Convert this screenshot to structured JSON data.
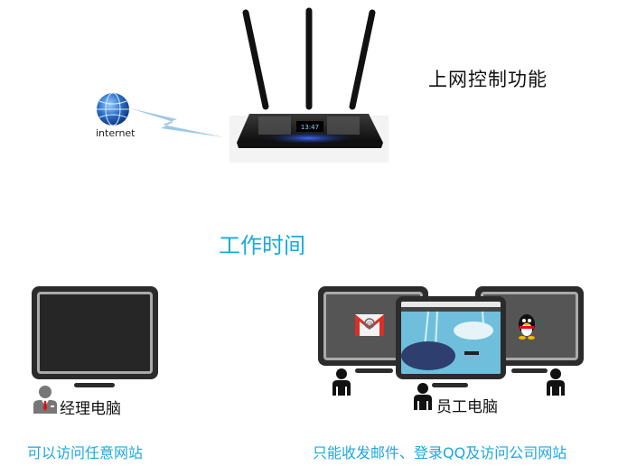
{
  "header": {
    "title": "上网控制功能"
  },
  "network": {
    "globe_label": "internet",
    "globe_icon": "globe-icon",
    "link_icon": "lightning-link-icon",
    "router_icon": "wireless-router-icon"
  },
  "section": {
    "title": "工作时间"
  },
  "manager": {
    "label": "经理电脑",
    "caption": "可以访问任意网站",
    "icon": "manager-person-icon"
  },
  "employee": {
    "label": "员工电脑",
    "caption": "只能收发邮件、登录QQ及访问公司网站",
    "icons": [
      "gmail-icon",
      "qq-penguin-icon",
      "company-website-screen"
    ]
  },
  "colors": {
    "accent": "#1aa8e0",
    "text": "#111111",
    "monitor": "#2b2b2b"
  }
}
